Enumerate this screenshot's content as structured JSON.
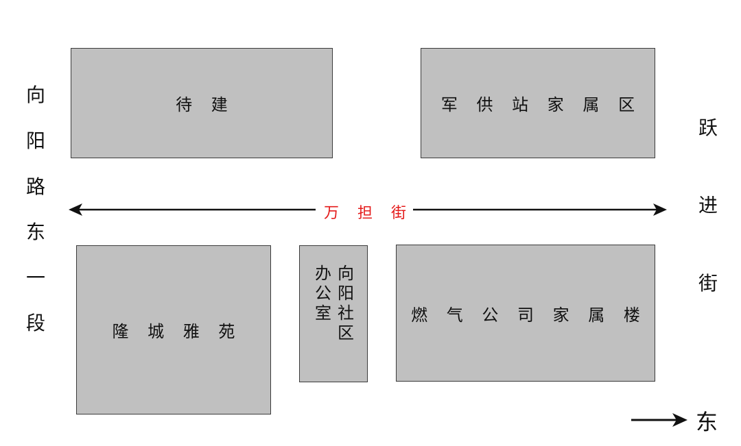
{
  "colors": {
    "block_fill": "#c0c0c0",
    "block_border": "#3a3a3a",
    "street_label": "#e41a1a",
    "text": "#111111"
  },
  "roads": {
    "west": {
      "label_chars": [
        "向",
        "阳",
        "路",
        "东",
        "一",
        "段"
      ]
    },
    "east": {
      "label_chars": [
        "跃",
        "进",
        "街"
      ]
    },
    "middle": {
      "label": "万 担 街",
      "direction": "east-west"
    }
  },
  "blocks": {
    "daijian": {
      "label": "待 建"
    },
    "junji": {
      "label": "军 供 站 家 属 区"
    },
    "longcheng": {
      "label": "隆 城 雅 苑"
    },
    "office": {
      "left_col": [
        "办",
        "公",
        "室"
      ],
      "right_col": [
        "向",
        "阳",
        "社",
        "区"
      ]
    },
    "ranqi": {
      "label": "燃 气 公 司 家 属 楼"
    }
  },
  "compass": {
    "label": "东",
    "icon": "east-arrow-icon"
  }
}
